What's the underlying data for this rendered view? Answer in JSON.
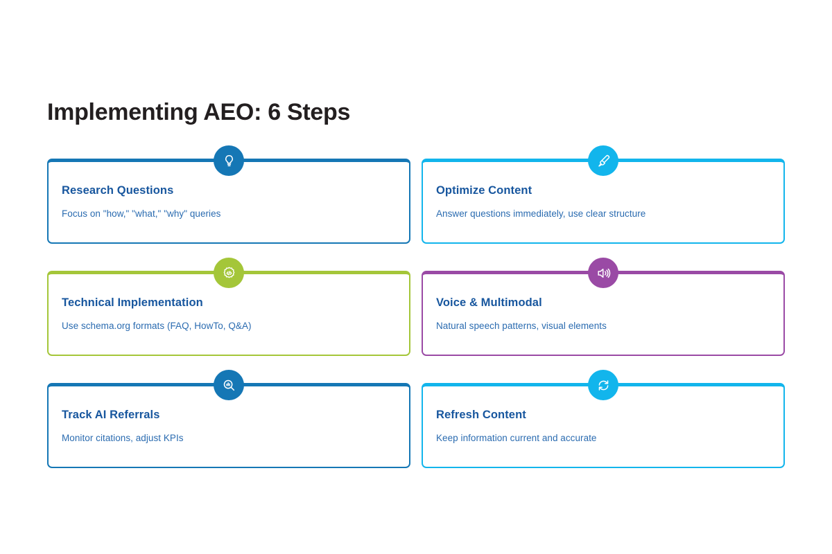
{
  "page": {
    "title": "Implementing AEO: 6 Steps",
    "background_color": "#ffffff",
    "title_color": "#231f20",
    "card_title_color": "#17569e",
    "card_desc_color": "#2a6bb0"
  },
  "cards": [
    {
      "title": "Research Questions",
      "description": "Focus on \"how,\" \"what,\" \"why\" queries",
      "icon": "lightbulb-icon",
      "accent_color": "#1577b5"
    },
    {
      "title": "Optimize Content",
      "description": "Answer questions immediately, use clear structure",
      "icon": "paintbrush-icon",
      "accent_color": "#12b5ec"
    },
    {
      "title": "Technical Implementation",
      "description": "Use schema.org formats (FAQ, HowTo, Q&A)",
      "icon": "code-badge-icon",
      "accent_color": "#a4c639"
    },
    {
      "title": "Voice & Multimodal",
      "description": "Natural speech patterns, visual elements",
      "icon": "speaker-volume-icon",
      "accent_color": "#9a4aa5"
    },
    {
      "title": "Track AI Referrals",
      "description": "Monitor citations, adjust KPIs",
      "icon": "analytics-search-icon",
      "accent_color": "#1577b5"
    },
    {
      "title": "Refresh Content",
      "description": "Keep information current and accurate",
      "icon": "refresh-cycle-icon",
      "accent_color": "#12b5ec"
    }
  ]
}
